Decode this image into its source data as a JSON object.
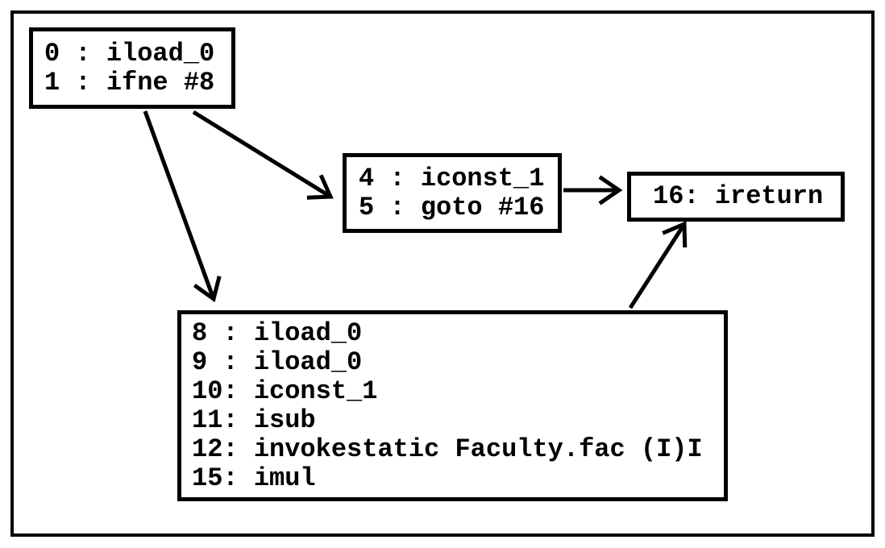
{
  "diagram": {
    "kind": "bytecode-control-flow-graph",
    "colors": {
      "foreground": "#000000",
      "background": "#ffffff"
    },
    "blocks": {
      "b0": {
        "lines": [
          "0 : iload_0",
          "1 : ifne #8"
        ]
      },
      "b4": {
        "lines": [
          "4 : iconst_1",
          "5 : goto #16"
        ]
      },
      "b16": {
        "lines": [
          "16: ireturn"
        ]
      },
      "b8": {
        "lines": [
          "8 : iload_0",
          "9 : iload_0",
          "10: iconst_1",
          "11: isub",
          "12: invokestatic Faculty.fac (I)I",
          "15: imul"
        ]
      }
    },
    "edges": [
      {
        "from": "b0",
        "to": "b8"
      },
      {
        "from": "b0",
        "to": "b4"
      },
      {
        "from": "b4",
        "to": "b16"
      },
      {
        "from": "b8",
        "to": "b16"
      }
    ]
  }
}
